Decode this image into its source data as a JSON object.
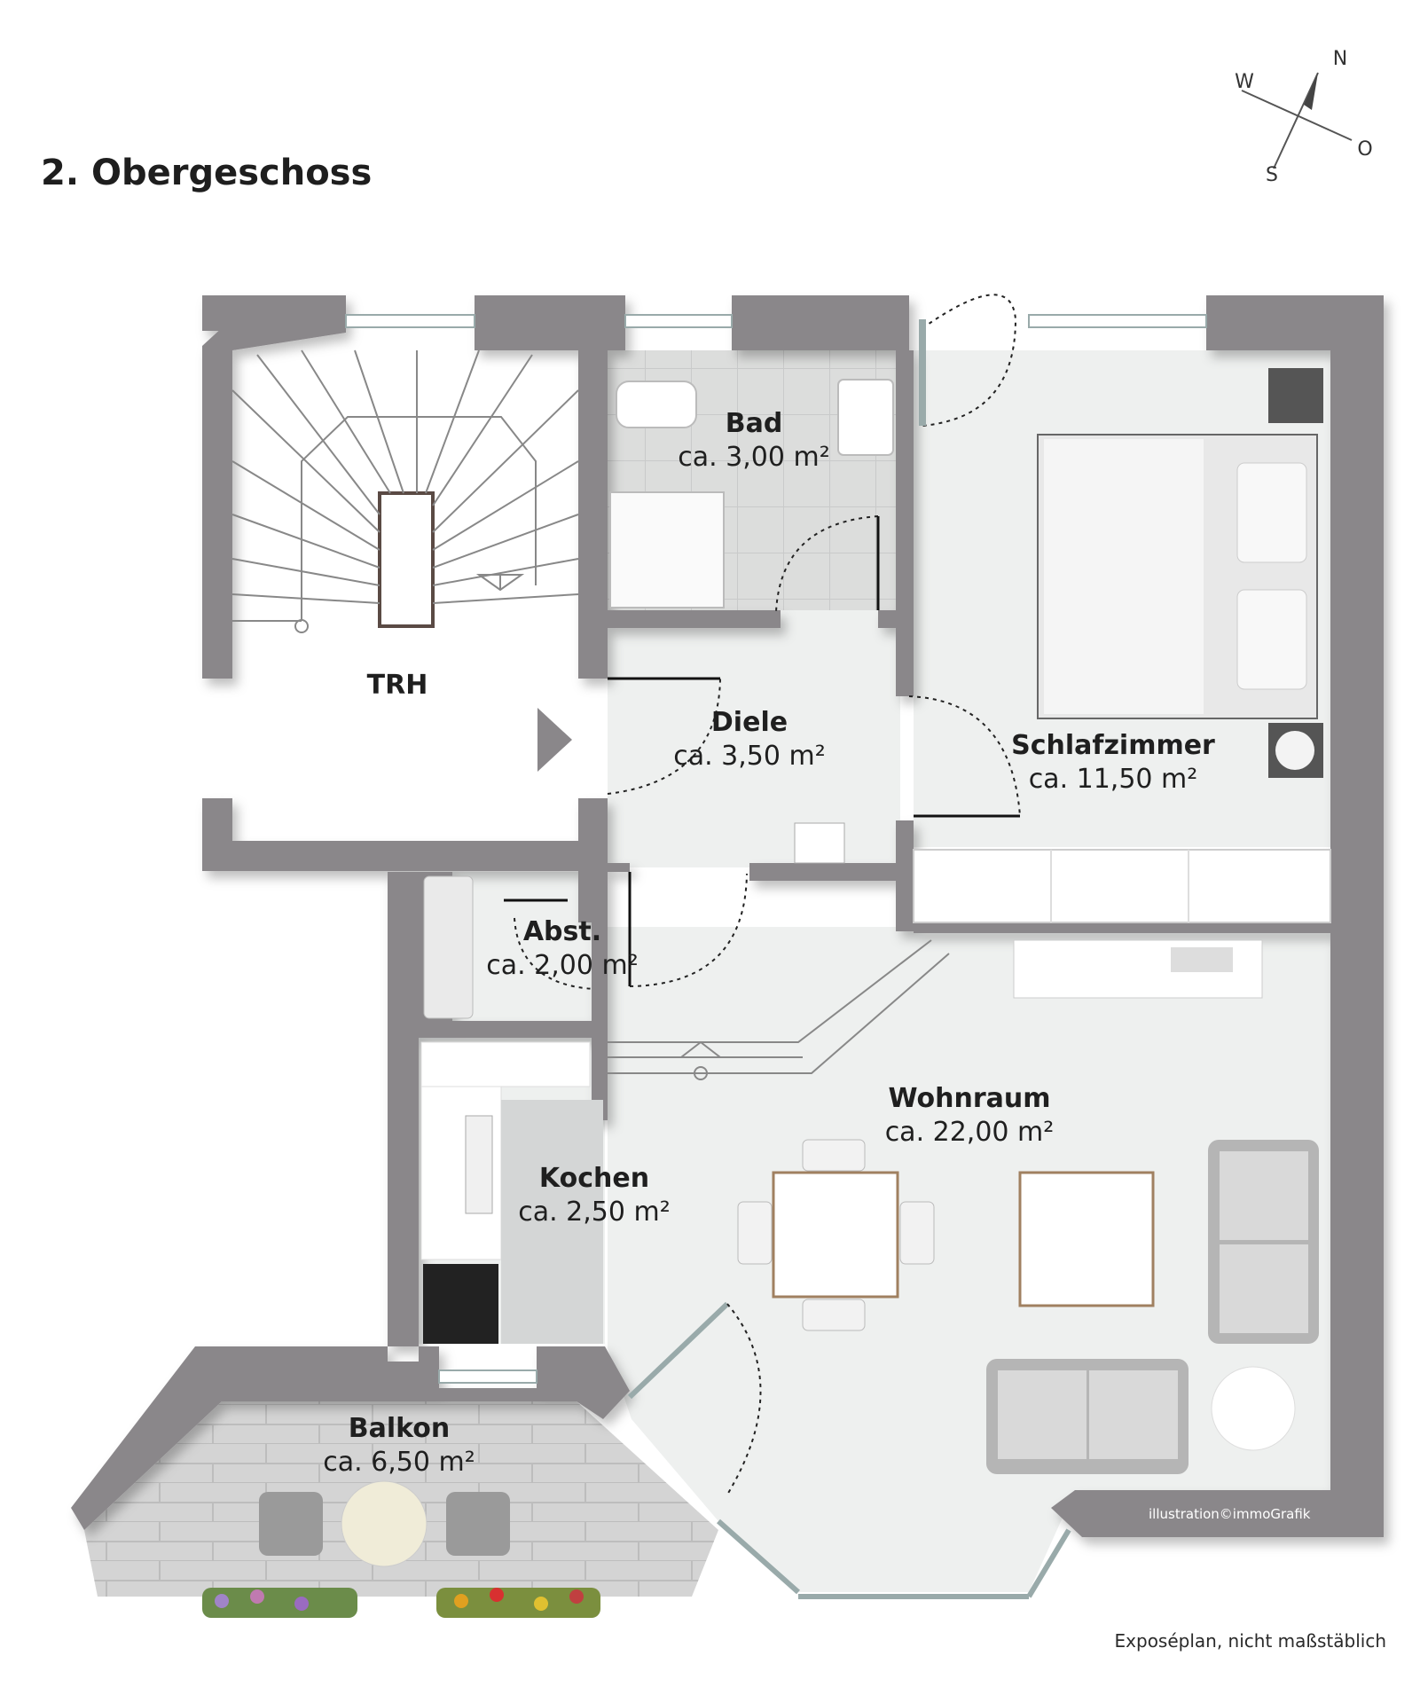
{
  "title": "2. Obergeschoss",
  "footer_note": "Exposéplan, nicht maßstäblich",
  "credit": "illustration©immoGrafik",
  "compass": {
    "n": "N",
    "s": "S",
    "w": "W",
    "o": "O"
  },
  "rooms": {
    "bad": {
      "name": "Bad",
      "area": "ca. 3,00 m²"
    },
    "trh": {
      "name": "TRH"
    },
    "diele": {
      "name": "Diele",
      "area": "ca. 3,50 m²"
    },
    "schlafzimmer": {
      "name": "Schlafzimmer",
      "area": "ca. 11,50 m²"
    },
    "abst": {
      "name": "Abst.",
      "area": "ca. 2,00 m²"
    },
    "wohnraum": {
      "name": "Wohnraum",
      "area": "ca. 22,00 m²"
    },
    "kochen": {
      "name": "Kochen",
      "area": "ca. 2,50 m²"
    },
    "balkon": {
      "name": "Balkon",
      "area": "ca. 6,50 m²"
    }
  },
  "colors": {
    "wall": "#8a878a",
    "floor": "#eef0ef",
    "tile": "#d9dad9",
    "balcony_tile": "#cfcfcf"
  }
}
